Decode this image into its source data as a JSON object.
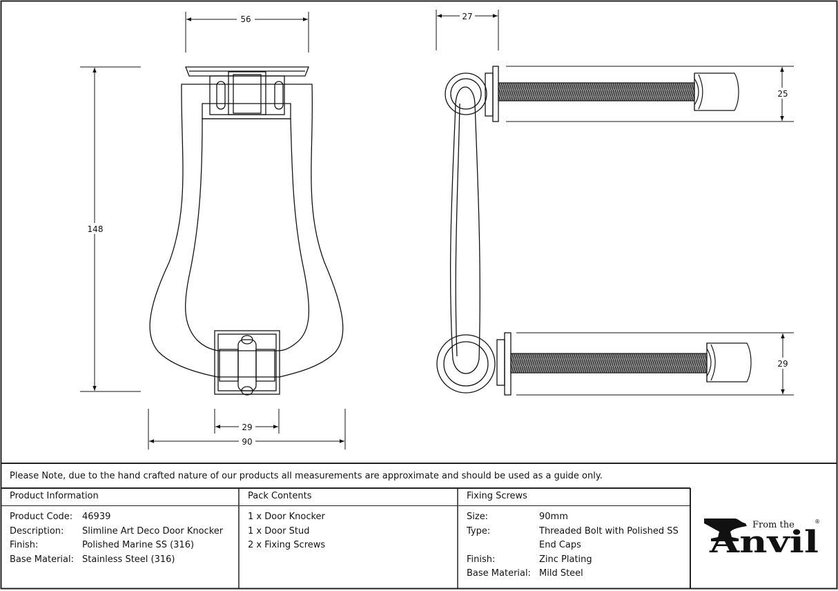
{
  "dimensions": {
    "front_top_width": "56",
    "front_height": "148",
    "front_base_width": "29",
    "front_overall_width": "90",
    "side_depth": "27",
    "top_screw_size": "25",
    "bottom_screw_size": "29"
  },
  "note": "Please Note, due to the hand crafted nature of our products all measurements are approximate and should be used as a guide only.",
  "product_info": {
    "header": "Product Information",
    "rows": [
      {
        "label": "Product Code:",
        "value": "46939"
      },
      {
        "label": "Description:",
        "value": "Slimline Art Deco Door Knocker"
      },
      {
        "label": "Finish:",
        "value": "Polished Marine SS (316)"
      },
      {
        "label": "Base Material:",
        "value": "Stainless Steel (316)"
      }
    ]
  },
  "pack_contents": {
    "header": "Pack Contents",
    "items": [
      "1 x Door Knocker",
      "1 x Door Stud",
      "2 x Fixing Screws"
    ]
  },
  "fixing_screws": {
    "header": "Fixing Screws",
    "rows": [
      {
        "label": "Size:",
        "value": "90mm"
      },
      {
        "label": "Type:",
        "value": "Threaded Bolt with Polished SS End Caps"
      },
      {
        "label": "Finish:",
        "value": "Zinc Plating"
      },
      {
        "label": "Base Material:",
        "value": "Mild Steel"
      }
    ]
  },
  "logo": {
    "from_the": "From the",
    "brand": "Anvil",
    "registered": "®"
  }
}
